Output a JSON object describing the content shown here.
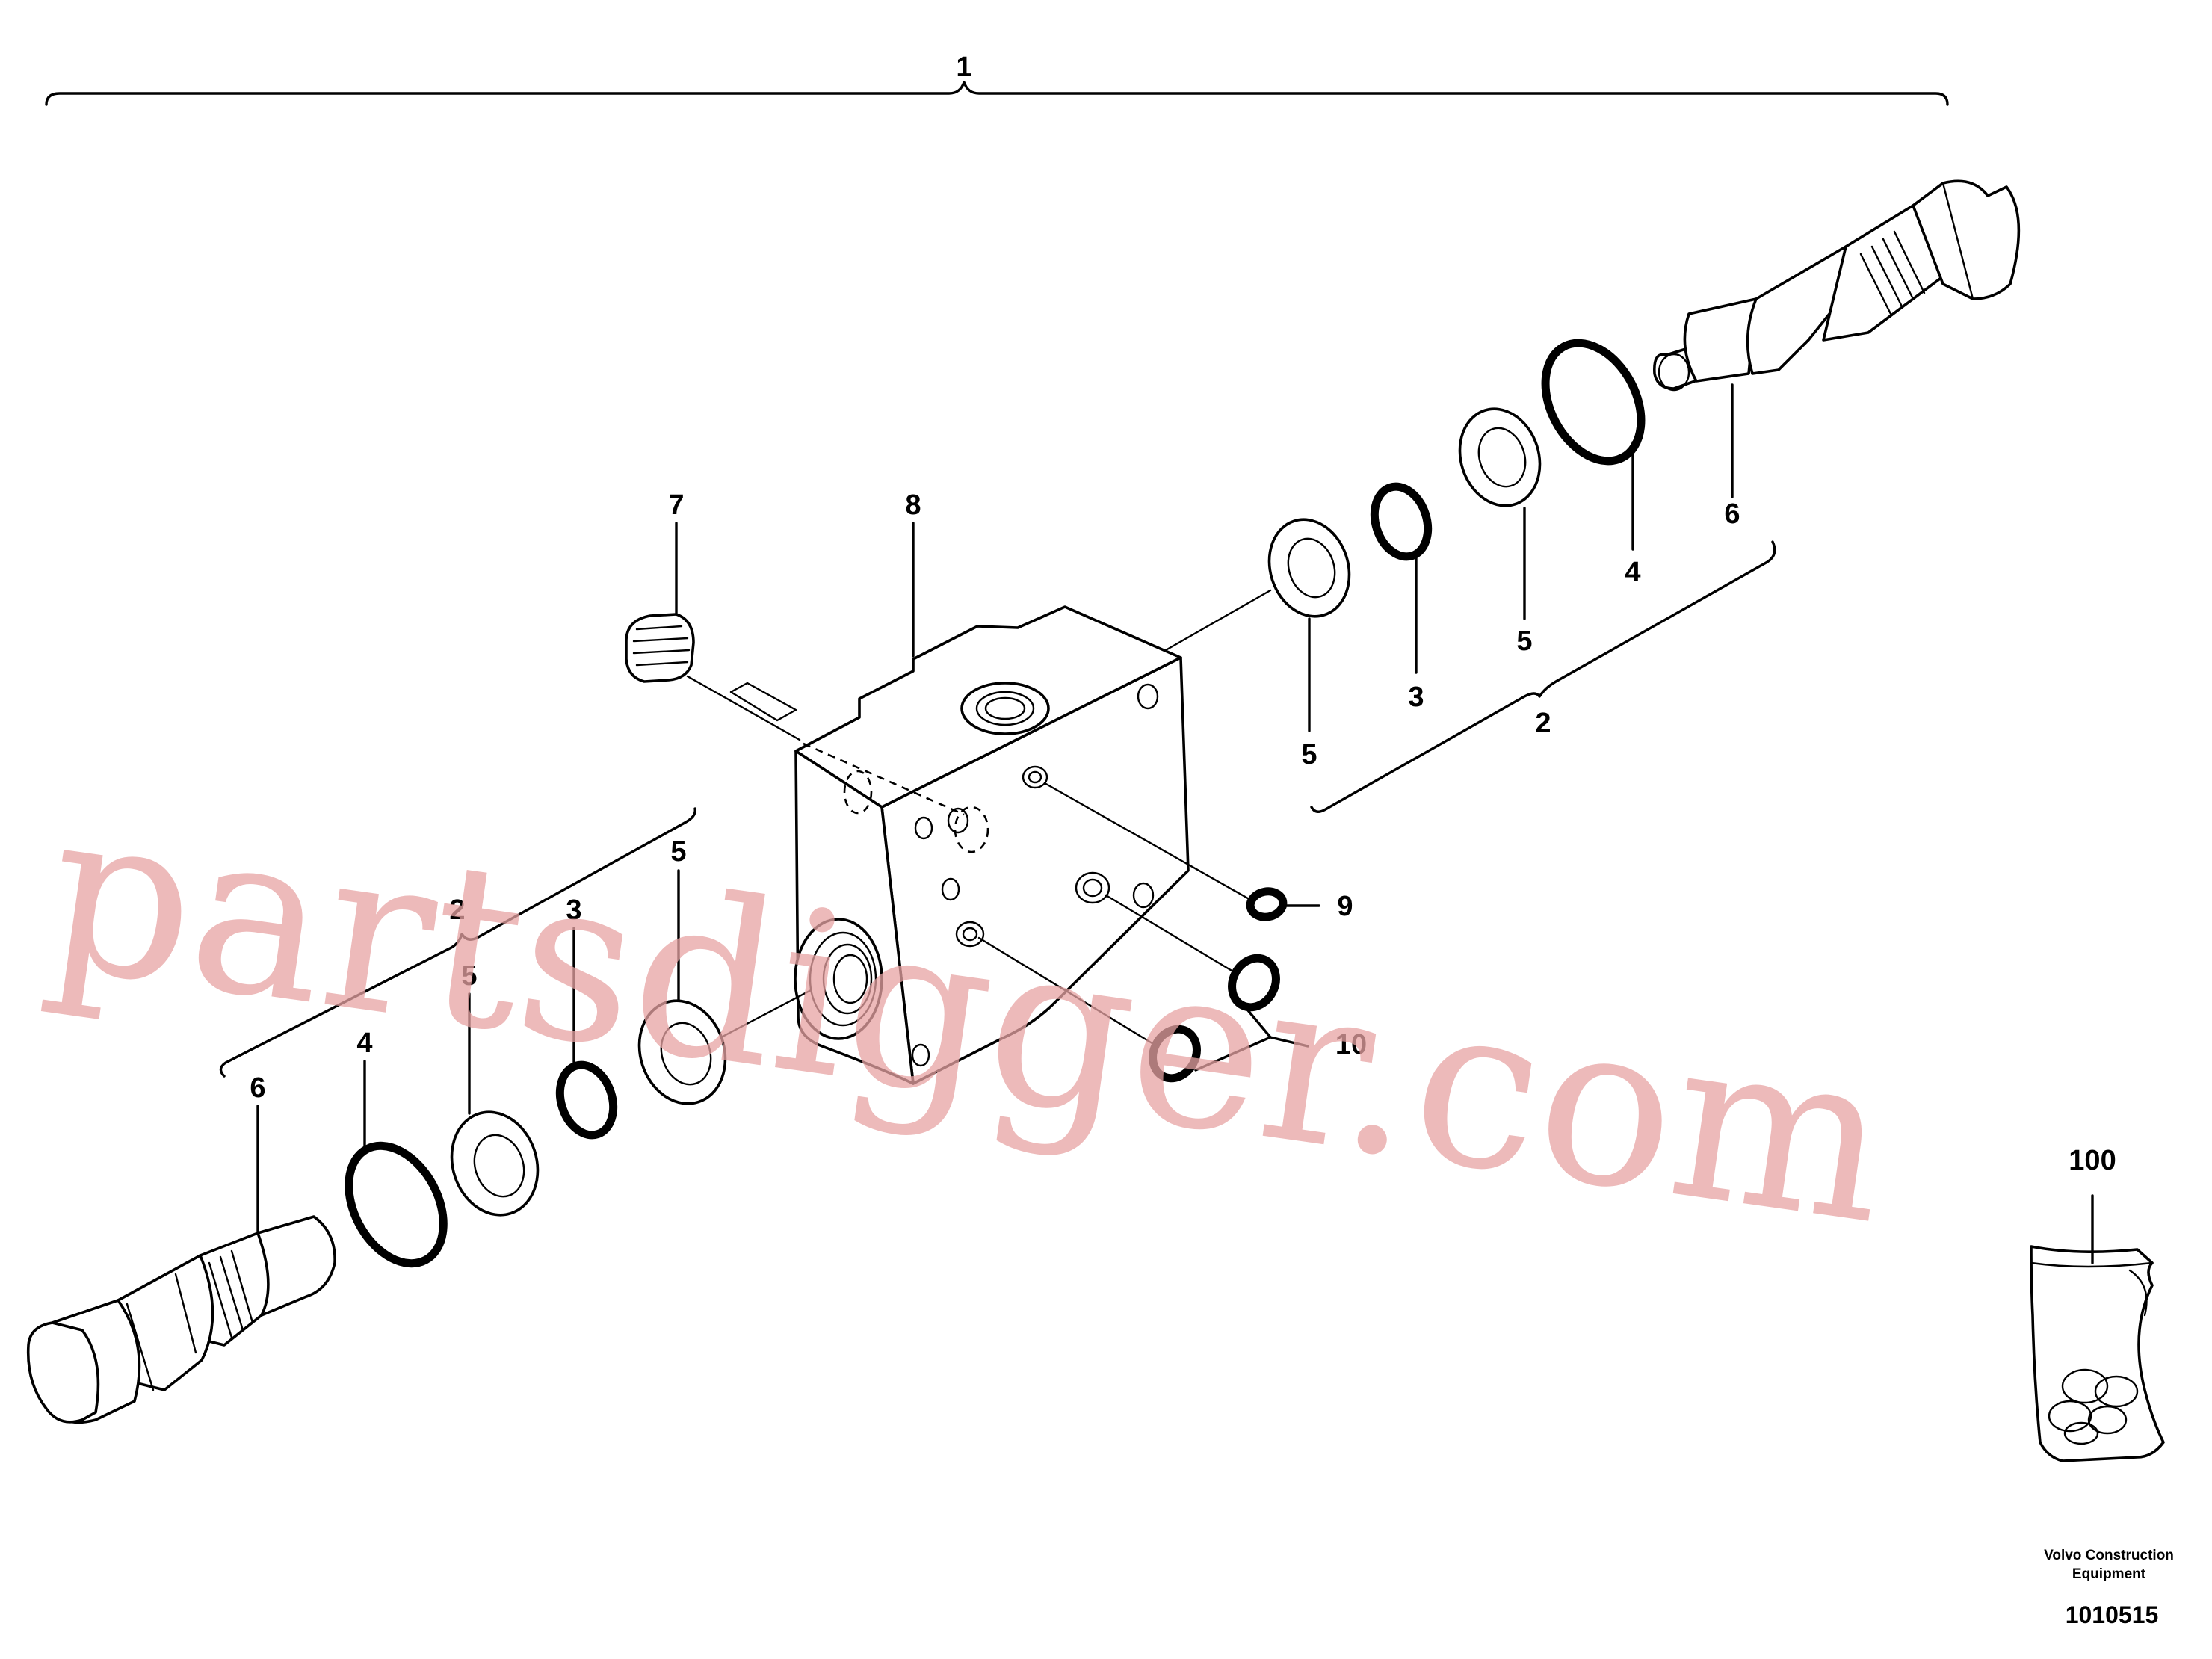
{
  "callouts": {
    "assembly": "1",
    "seal_kit_right": "2",
    "seal_kit_left": "2",
    "o_ring_small_right": "3",
    "o_ring_small_left": "3",
    "o_ring_large_right": "4",
    "o_ring_large_left": "4",
    "backup_ring_inner_right": "5",
    "backup_ring_outer_right": "5",
    "backup_ring_inner_left": "5",
    "backup_ring_outer_left": "5",
    "relief_valve_right": "6",
    "relief_valve_left": "6",
    "plug": "7",
    "valve_body": "8",
    "o_ring_port": "9",
    "o_rings_lower": "10",
    "seal_bag": "100"
  },
  "watermark": "partsdigger.com",
  "footer": {
    "credit_line1": "Volvo Construction",
    "credit_line2": "Equipment",
    "drawing_number": "1010515"
  }
}
